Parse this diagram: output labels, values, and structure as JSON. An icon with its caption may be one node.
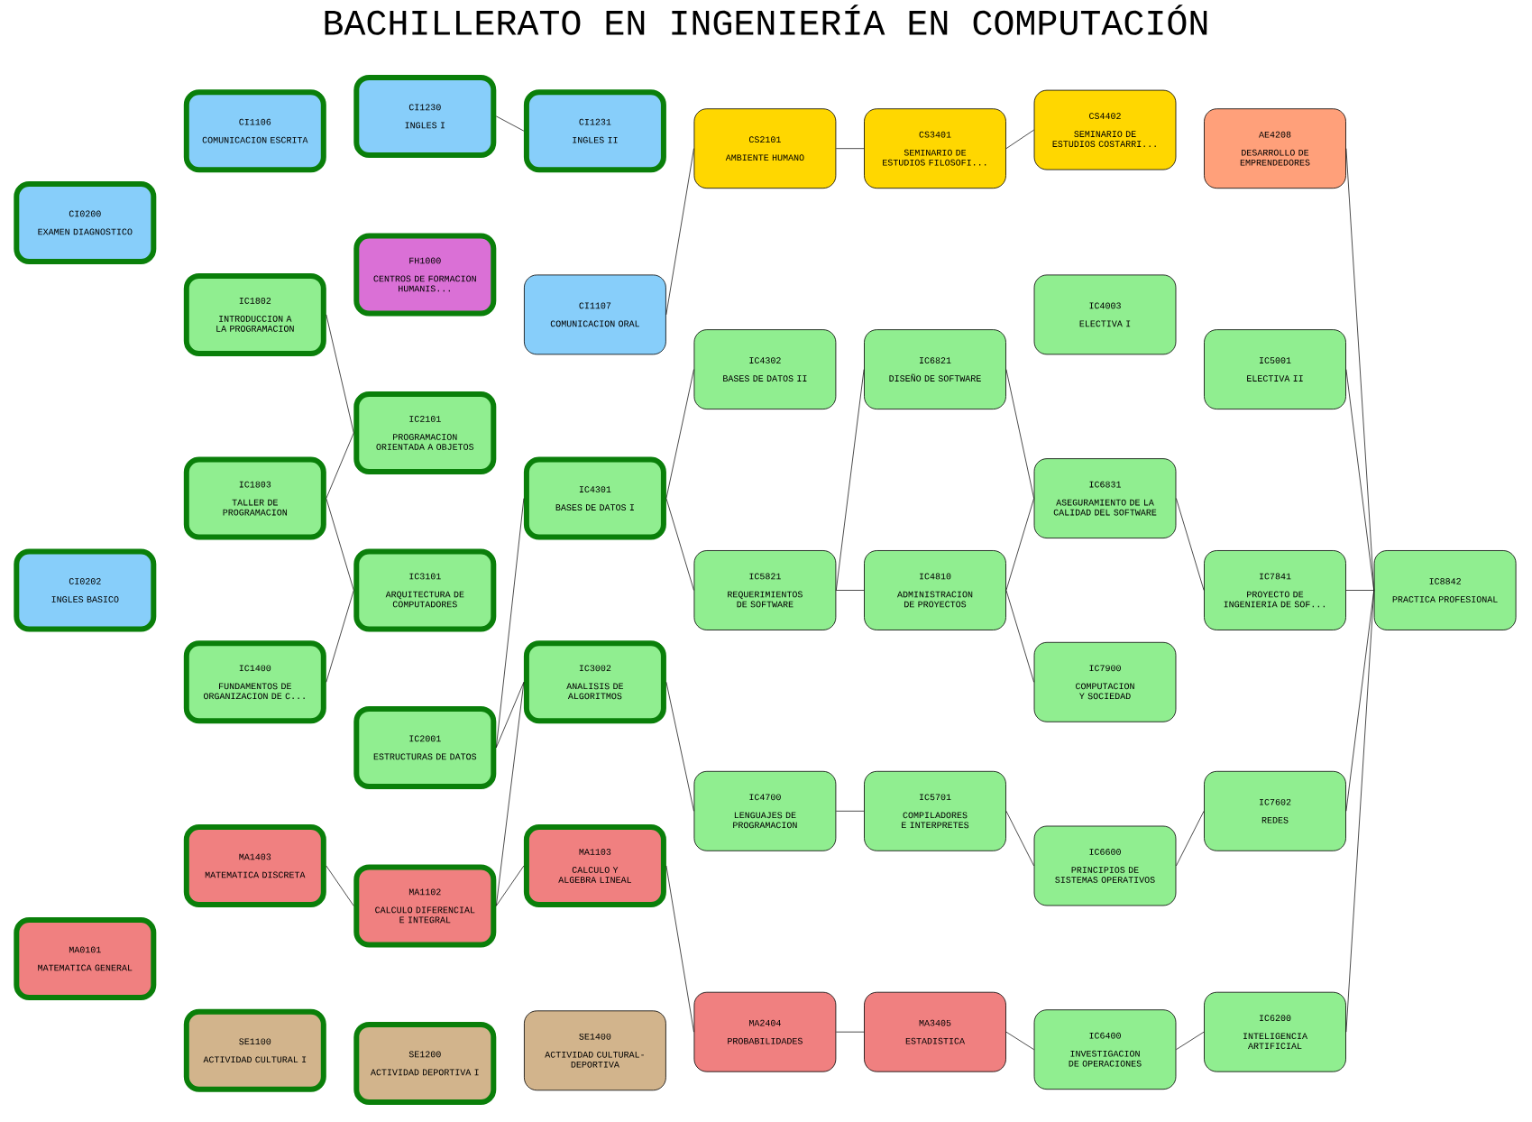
{
  "diagram": {
    "title": "BACHILLERATO EN INGENIERÍA EN COMPUTACIÓN",
    "nodes": [
      {
        "text": [
          "CI0200",
          "EXAMEN DIAGNOSTICO"
        ]
      },
      {
        "text": [
          "CI0202",
          "INGLES BASICO"
        ]
      },
      {
        "text": [
          "MA0101",
          "MATEMATICA GENERAL"
        ]
      },
      {
        "text": [
          "CI1106",
          "COMUNICACION ESCRITA"
        ]
      },
      {
        "text": [
          "IC1802",
          "INTRODUCCION A LA PROGRAMACION"
        ]
      },
      {
        "text": [
          "IC1803",
          "TALLER DE PROGRAMACION"
        ]
      },
      {
        "text": [
          "IC1400",
          "FUNDAMENTOS DE ORGANIZACION DE C..."
        ]
      },
      {
        "text": [
          "MA1403",
          "MATEMATICA DISCRETA"
        ]
      },
      {
        "text": [
          "SE1100",
          "ACTIVIDAD CULTURAL I"
        ]
      },
      {
        "text": [
          "CI1230",
          "INGLES I"
        ]
      },
      {
        "text": [
          "FH1000",
          "CENTROS DE FORMACION HUMANIS..."
        ]
      },
      {
        "text": [
          "IC2101",
          "PROGRAMACION ORIENTADA A OBJETOS"
        ]
      },
      {
        "text": [
          "IC3101",
          "ARQUITECTURA DE COMPUTADORES"
        ]
      },
      {
        "text": [
          "IC2001",
          "ESTRUCTURAS DE DATOS"
        ]
      },
      {
        "text": [
          "MA1102",
          "CALCULO DIFERENCIAL E INTEGRAL"
        ]
      },
      {
        "text": [
          "SE1200",
          "ACTIVIDAD DEPORTIVA I"
        ]
      },
      {
        "text": [
          "CI1231",
          "INGLES II"
        ]
      },
      {
        "text": [
          "CI1107",
          "COMUNICACION ORAL"
        ]
      },
      {
        "text": [
          "IC4301",
          "BASES DE DATOS I"
        ]
      },
      {
        "text": [
          "IC3002",
          "ANALISIS DE ALGORITMOS"
        ]
      },
      {
        "text": [
          "MA1103",
          "CALCULO Y ALGEBRA LINEAL"
        ]
      },
      {
        "text": [
          "SE1400",
          "ACTIVIDAD CULTURAL-DEPORTIVA"
        ]
      },
      {
        "text": [
          "CS2101",
          "AMBIENTE HUMANO"
        ]
      },
      {
        "text": [
          "IC4302",
          "BASES DE DATOS II"
        ]
      },
      {
        "text": [
          "IC5821",
          "REQUERIMIENTOS DE SOFTWARE"
        ]
      },
      {
        "text": [
          "IC4700",
          "LENGUAJES DE PROGRAMACION"
        ]
      },
      {
        "text": [
          "MA2404",
          "PROBABILIDADES"
        ]
      },
      {
        "text": [
          "CS3401",
          "SEMINARIO DE ESTUDIOS FILOSOFI..."
        ]
      },
      {
        "text": [
          "IC6821",
          "DISEÑO DE SOFTWARE"
        ]
      },
      {
        "text": [
          "IC4810",
          "ADMINISTRACION DE PROYECTOS"
        ]
      },
      {
        "text": [
          "IC5701",
          "COMPILADORES E INTERPRETES"
        ]
      },
      {
        "text": [
          "MA3405",
          "ESTADISTICA"
        ]
      },
      {
        "text": [
          "CS4402",
          "SEMINARIO DE ESTUDIOS COSTARRI..."
        ]
      },
      {
        "text": [
          "IC4003",
          "ELECTIVA I"
        ]
      },
      {
        "text": [
          "IC6831",
          "ASEGURAMIENTO DE LA CALIDAD DEL SOFTWARE"
        ]
      },
      {
        "text": [
          "IC7900",
          "COMPUTACION Y SOCIEDAD"
        ]
      },
      {
        "text": [
          "IC6600",
          "PRINCIPIOS DE SISTEMAS OPERATIVOS"
        ]
      },
      {
        "text": [
          "IC6400",
          "INVESTIGACION DE OPERACIONES"
        ]
      },
      {
        "text": [
          "AE4208",
          "DESARROLLO DE EMPRENDEDORES"
        ]
      },
      {
        "text": [
          "IC5001",
          "ELECTIVA II"
        ]
      },
      {
        "text": [
          "IC7841",
          "PROYECTO DE INGENIERIA DE SOF..."
        ]
      },
      {
        "text": [
          "IC7602",
          "REDES"
        ]
      },
      {
        "text": [
          "IC6200",
          "INTELIGENCIA ARTIFICIAL"
        ]
      },
      {
        "text": [
          "IC8842",
          "PRACTICA PROFESIONAL"
        ]
      }
    ],
    "edges": [
      {
        "from": 9,
        "to": 16,
        "arrow": "none"
      },
      {
        "from": 4,
        "to": 11,
        "arrow": "none"
      },
      {
        "from": 5,
        "to": 11,
        "arrow": "none"
      },
      {
        "from": 5,
        "to": 12,
        "arrow": "none"
      },
      {
        "from": 6,
        "to": 12,
        "arrow": "none"
      },
      {
        "from": 7,
        "to": 14,
        "arrow": "none"
      },
      {
        "from": 13,
        "to": 18,
        "arrow": "none"
      },
      {
        "from": 13,
        "to": 19,
        "arrow": "none"
      },
      {
        "from": 14,
        "to": 19,
        "arrow": "none"
      },
      {
        "from": 14,
        "to": 20,
        "arrow": "none"
      },
      {
        "from": 17,
        "to": 22,
        "arrow": "none"
      },
      {
        "from": 18,
        "to": 23,
        "arrow": "none"
      },
      {
        "from": 18,
        "to": 24,
        "arrow": "none"
      },
      {
        "from": 19,
        "to": 25,
        "arrow": "none"
      },
      {
        "from": 20,
        "to": 26,
        "arrow": "none"
      },
      {
        "from": 22,
        "to": 27,
        "arrow": "none"
      },
      {
        "from": 27,
        "to": 32,
        "arrow": "none"
      },
      {
        "from": 24,
        "to": 28,
        "arrow": "none"
      },
      {
        "from": 24,
        "to": 29,
        "arrow": "none"
      },
      {
        "from": 28,
        "to": 34,
        "arrow": "none"
      },
      {
        "from": 29,
        "to": 34,
        "arrow": "none"
      },
      {
        "from": 29,
        "to": 35,
        "arrow": "none"
      },
      {
        "from": 25,
        "to": 30,
        "arrow": "none"
      },
      {
        "from": 30,
        "to": 36,
        "arrow": "none"
      },
      {
        "from": 26,
        "to": 31,
        "arrow": "none"
      },
      {
        "from": 31,
        "to": 37,
        "arrow": "none"
      },
      {
        "from": 34,
        "to": 40,
        "arrow": "none"
      },
      {
        "from": 36,
        "to": 41,
        "arrow": "none"
      },
      {
        "from": 37,
        "to": 42,
        "arrow": "none"
      },
      {
        "from": 38,
        "to": 43,
        "arrow": "none"
      },
      {
        "from": 39,
        "to": 43,
        "arrow": "none"
      },
      {
        "from": 40,
        "to": 43,
        "arrow": "none"
      },
      {
        "from": 41,
        "to": 43,
        "arrow": "none"
      },
      {
        "from": 42,
        "to": 43,
        "arrow": "none"
      }
    ]
  }
}
